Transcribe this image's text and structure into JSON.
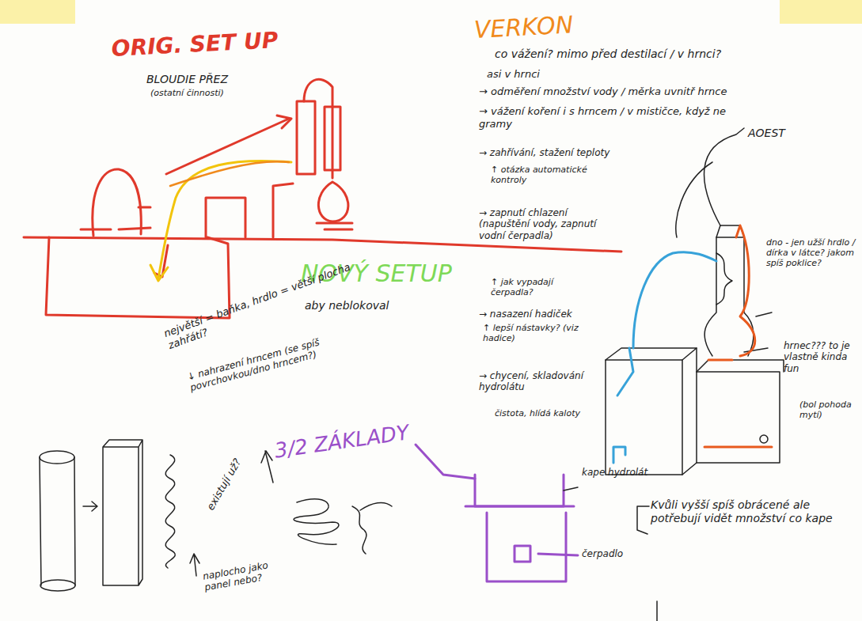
{
  "diagram": {
    "labels": [
      "ORIG. SET UP",
      "BLOUDIE PŘEZ",
      "(ostatní činnosti)",
      "VERKON",
      "co vážení? mimo před destilací / v hrnci?",
      "asi v hrnci",
      "→ odměření množství vody / měrka uvnitř hrnce",
      "→ vážení koření i s hrncem / v mističce, když ne gramy",
      "AOEST",
      "→ zahřívání, stažení teploty",
      "↑ otázka automatické kontroly",
      "→ zapnutí chlazení (napuštění vody, zapnutí vodní čerpadla)",
      "↑ jak vypadají čerpadla?",
      "→ nasazení hadiček",
      "↑ lepší nástavky? (viz hadice)",
      "→ chycení, skladování hydrolátu",
      "čistota, hlídá kaloty",
      "kape hydrolát",
      "čerpadlo",
      "dno - jen užší hrdlo / dírka v látce? jakom spíš poklice?",
      "hrnec??? to je vlastně kinda fun",
      "(bol pohoda mytí)",
      "NOVÝ SETUP",
      "aby neblokoval",
      "největší = baňka, hrdlo = větší plocha zahřátí?",
      "↓ nahrazení hrncem (se spíš povrchovkou/dno hrncem?)",
      "existují už?",
      "3/2 ZÁKLADY",
      "naplocho jako panel nebo?",
      "Kvůli vyšší spíš obrácené ale potřebují vidět množství co kape"
    ]
  }
}
